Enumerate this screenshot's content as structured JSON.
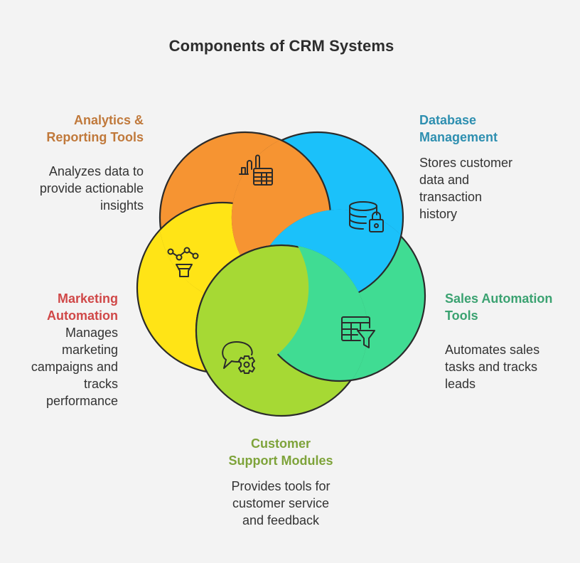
{
  "title": "Components of CRM Systems",
  "colors": {
    "background": "#f3f3f3",
    "outline": "#2b2b2b",
    "analytics_fill": "#f69432",
    "database_fill": "#1bc1fa",
    "sales_fill": "#40dc93",
    "support_fill": "#a6d934",
    "marketing_fill": "#ffe416",
    "analytics_text": "#c0793b",
    "database_text": "#2e8fb0",
    "sales_text": "#3ba271",
    "support_text": "#7ea33a",
    "marketing_text": "#d04848"
  },
  "components": [
    {
      "id": "analytics",
      "title": "Analytics & Reporting Tools",
      "title_lines": [
        "Analytics &",
        "Reporting Tools"
      ],
      "description_lines": [
        "Analyzes data to",
        "provide actionable",
        "insights"
      ],
      "icon": "bar-chart-table-icon"
    },
    {
      "id": "database",
      "title": "Database Management",
      "title_lines": [
        "Database",
        "Management"
      ],
      "description_lines": [
        "Stores customer",
        "data and",
        "transaction",
        "history"
      ],
      "icon": "database-lock-icon"
    },
    {
      "id": "sales",
      "title": "Sales Automation Tools",
      "title_lines": [
        "Sales Automation",
        "Tools"
      ],
      "description_lines": [
        "Automates sales",
        "tasks and tracks",
        "leads"
      ],
      "icon": "table-filter-icon"
    },
    {
      "id": "support",
      "title": "Customer Support Modules",
      "title_lines": [
        "Customer",
        "Support Modules"
      ],
      "description_lines": [
        "Provides tools for",
        "customer service",
        "and feedback"
      ],
      "icon": "chat-gear-icon"
    },
    {
      "id": "marketing",
      "title": "Marketing Automation",
      "title_lines": [
        "Marketing",
        "Automation"
      ],
      "description_lines": [
        "Manages",
        "marketing",
        "campaigns and",
        "tracks",
        "performance"
      ],
      "icon": "funnel-network-icon"
    }
  ]
}
